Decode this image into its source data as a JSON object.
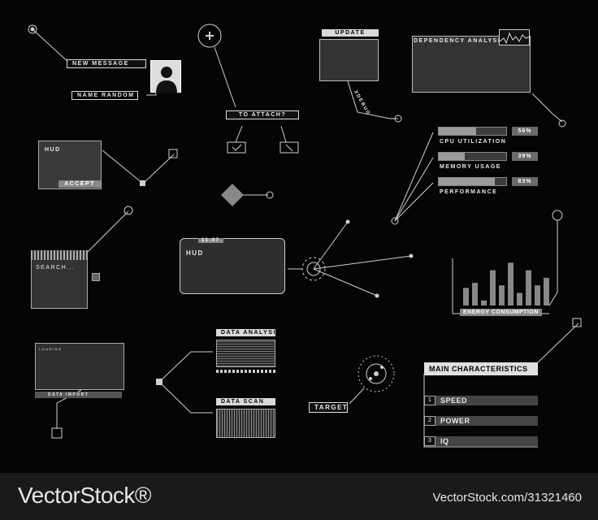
{
  "labels": {
    "new_message": "NEW MESSAGE",
    "name_random": "NAME RANDOM",
    "to_attach": "TO ATTACH?",
    "update": "UPDATE",
    "xdebug": "XDEBUG",
    "dependency_analysis": "DEPENDENCY ANALYSIS",
    "hud_small": "HUD",
    "accept": "ACCEPT",
    "search": "SEARCH...",
    "hud_main": "HUD",
    "hud_time": "11:07",
    "data_analysis": "DATA ANALYSIS",
    "data_scan": "DATA SCAN",
    "data_import": "DATA IMPORT",
    "loading": "LOADING",
    "target": "TARGET",
    "energy_consumption": "ENERGY CONSUMPTION",
    "main_characteristics": "MAIN CHARACTERISTICS"
  },
  "stats": [
    {
      "name": "CPU UTILIZATION",
      "pct_label": "56%",
      "value": 0.56
    },
    {
      "name": "MEMORY USAGE",
      "pct_label": "39%",
      "value": 0.39
    },
    {
      "name": "PERFORMANCE",
      "pct_label": "83%",
      "value": 0.83
    }
  ],
  "characteristics": [
    {
      "num": "1",
      "label": "SPEED"
    },
    {
      "num": "2",
      "label": "POWER"
    },
    {
      "num": "3",
      "label": "IQ"
    }
  ],
  "energy_chart": {
    "type": "bar",
    "values": [
      35,
      45,
      10,
      70,
      40,
      85,
      25,
      70,
      40,
      55
    ]
  },
  "footer": {
    "brand": "VectorStock®",
    "credit": "VectorStock.com/31321460"
  },
  "colors": {
    "background": "#050505",
    "line": "#cfcfcf",
    "panel": "#333333",
    "footer": "#1a1a1a"
  }
}
